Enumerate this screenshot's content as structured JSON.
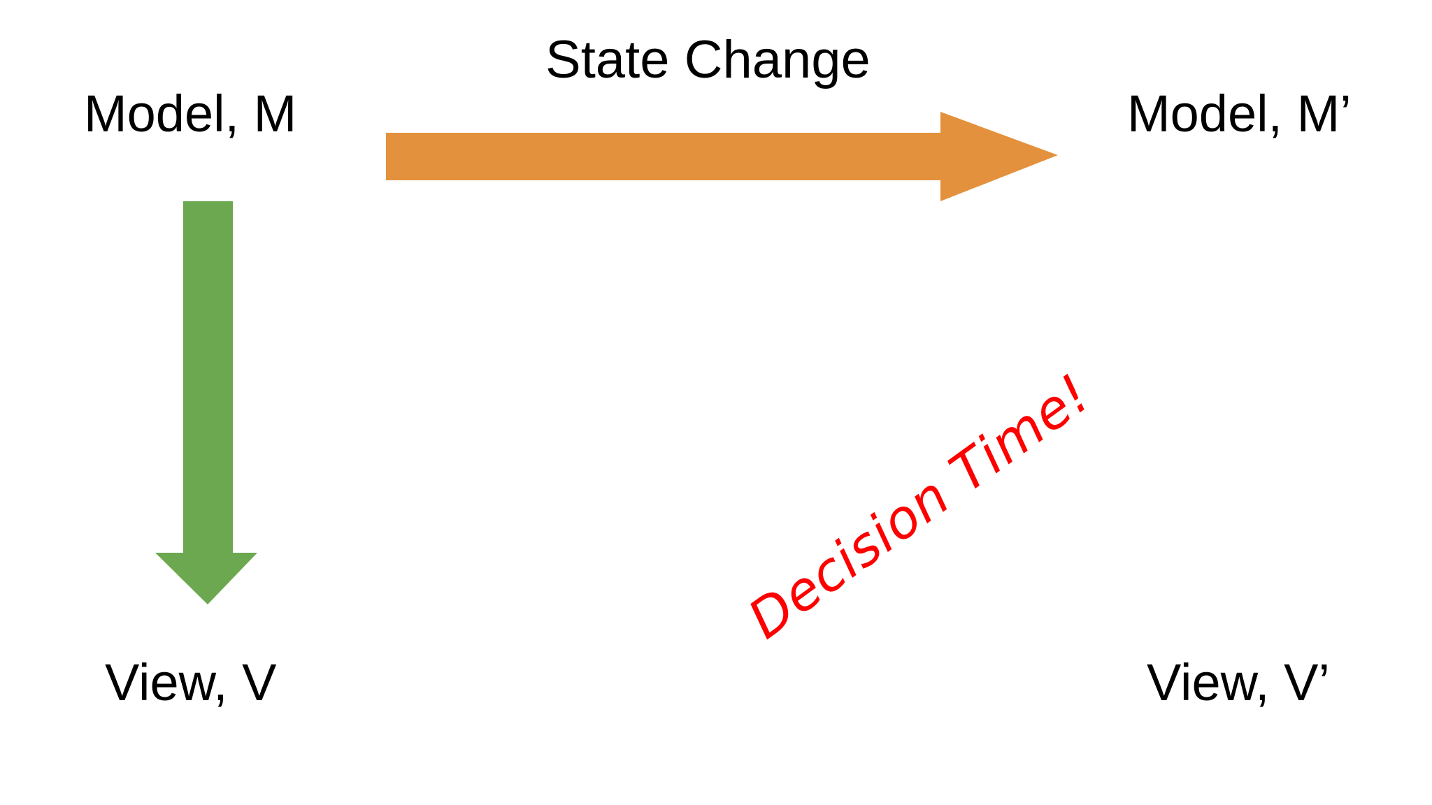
{
  "diagram": {
    "title_text": "State Change",
    "background_color": "#FFFFFF",
    "nodes": [
      {
        "id": "model-m",
        "label": "Model, M",
        "color": "#000000"
      },
      {
        "id": "model-mp",
        "label": "Model, M’",
        "color": "#000000"
      },
      {
        "id": "view-v",
        "label": "View, V",
        "color": "#000000"
      },
      {
        "id": "view-vp",
        "label": "View, V’",
        "color": "#000000"
      }
    ],
    "edges": [
      {
        "id": "state-change",
        "label": "State Change",
        "from": "model-m",
        "to": "model-mp",
        "direction": "right",
        "color": "#E3913C",
        "icon": "block-arrow-right-icon"
      },
      {
        "id": "model-to-view",
        "label": "",
        "from": "model-m",
        "to": "view-v",
        "direction": "down",
        "color": "#6BA84F",
        "icon": "block-arrow-down-icon"
      }
    ],
    "annotations": [
      {
        "id": "decision-time",
        "text": "Decision Time!",
        "color": "#FF0000",
        "rotation_degrees": -36
      }
    ]
  }
}
